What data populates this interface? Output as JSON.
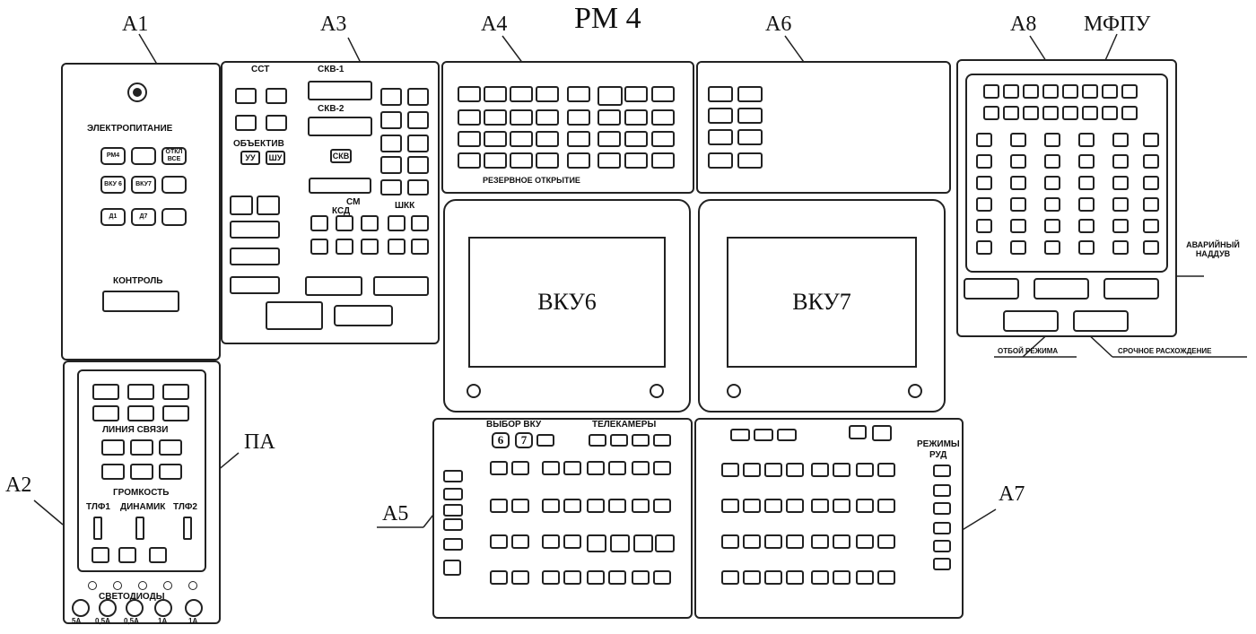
{
  "title": "РМ 4",
  "callouts": {
    "a1": "A1",
    "a2": "A2",
    "a3": "A3",
    "a4": "A4",
    "a5": "A5",
    "a6": "A6",
    "a7": "A7",
    "a8": "A8",
    "pa": "ПА",
    "mfpu": "МФПУ"
  },
  "a1": {
    "power_title": "ЭЛЕКТРОПИТАНИЕ",
    "power_buttons": [
      "РМ4",
      "",
      "ОТКЛ ВСЕ",
      "ВКУ 6",
      "ВКУ7",
      "",
      "Д1",
      "Д7",
      ""
    ],
    "control_title": "КОНТРОЛЬ"
  },
  "pa": {
    "link_title": "ЛИНИЯ СВЯЗИ",
    "volume_title": "ГРОМКОСТЬ",
    "volume_channels": [
      "ТЛФ1",
      "ДИНАМИК",
      "ТЛФ2"
    ],
    "led_title": "СВЕТОДИОДЫ",
    "fuses": [
      "5А",
      "0,5А",
      "0,5А",
      "1А",
      "1А"
    ]
  },
  "a3": {
    "sst": "ССТ",
    "skv1": "СКВ-1",
    "skv2": "СКВ-2",
    "objectives": "ОБЪЕКТИВ",
    "uu": "УУ",
    "shu": "ШУ",
    "skv": "СКВ",
    "sm": "СМ",
    "ksd": "КСД",
    "shkk": "ШКК"
  },
  "a4": {
    "reserve_open": "РЕЗЕРВНОЕ ОТКРЫТИЕ"
  },
  "screens": {
    "vku6": "ВКУ6",
    "vku7": "ВКУ7"
  },
  "a5": {
    "vku_select": "ВЫБОР ВКУ",
    "vku6": "6",
    "vku7": "7",
    "cameras": "ТЕЛЕКАМЕРЫ"
  },
  "a7": {
    "modes": "РЕЖИМЫ",
    "rud": "РУД"
  },
  "a8": {
    "emergency": "АВАРИЙНЫЙ НАДДУВ",
    "abort": "ОТБОЙ РЕЖИМА",
    "urgent": "СРОЧНОЕ РАСХОЖДЕНИЕ"
  }
}
